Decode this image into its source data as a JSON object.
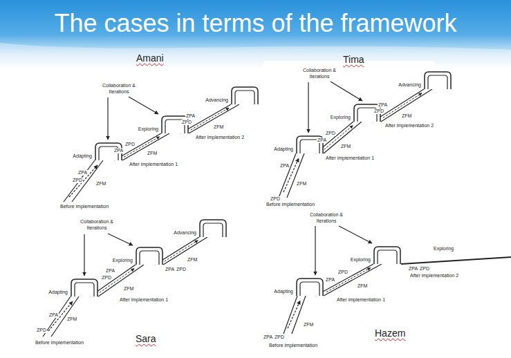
{
  "diagram": {
    "title": "The cases in terms of the framework",
    "nodes": [
      {
        "text": [
          "Adapting"
        ]
      },
      {
        "text": [
          "Exploring"
        ]
      },
      {
        "text": [
          "Advancing"
        ]
      },
      {
        "text": [
          "Adapting"
        ]
      },
      {
        "text": [
          "Exploring"
        ]
      },
      {
        "text": [
          "Advancing"
        ]
      },
      {
        "text": [
          "Adapting"
        ]
      },
      {
        "text": [
          "Exploring"
        ]
      },
      {
        "text": [
          "Advancing"
        ]
      },
      {
        "text": [
          "Adapting"
        ]
      },
      {
        "text": [
          "Exploring"
        ]
      }
    ],
    "edges": [
      {
        "from": 0,
        "to": 1,
        "arrow": "to"
      },
      {
        "from": 1,
        "to": 2,
        "arrow": "to"
      },
      {
        "from": 3,
        "to": 4,
        "arrow": "to"
      },
      {
        "from": 4,
        "to": 5,
        "arrow": "to"
      },
      {
        "from": 6,
        "to": 7,
        "arrow": "to"
      },
      {
        "from": 7,
        "to": 8,
        "arrow": "to"
      },
      {
        "from": 9,
        "to": 10,
        "arrow": "to"
      }
    ],
    "labels": [
      "Amani",
      "Collaboration & Iterations",
      "ZPA",
      "ZPD",
      "ZFM",
      "Before implementation",
      "ZPD",
      "ZPA",
      "ZFM",
      "After implementation 1",
      "ZPA",
      "ZPD",
      "ZFM",
      "After implementation 2",
      "Tima",
      "Collaboration & Iterations",
      "ZPA",
      "ZFM",
      "ZPD",
      "Before implementation",
      "ZPD",
      "ZPA",
      "ZFM",
      "After implementation 1",
      "ZPA",
      "ZPD",
      "ZFM",
      "After implementation 2",
      "Sara",
      "Collaboration & Iterations",
      "ZPA",
      "ZFM",
      "ZPD",
      "Before implementation",
      "ZPA",
      "ZPD",
      "ZFM",
      "After implementation 1",
      "ZPA",
      "ZPD",
      "ZFM",
      "Collaboration & Iterations",
      "ZFM",
      "ZPA",
      "ZPD",
      "Before implementation",
      "ZPD",
      "ZPA",
      "ZFM",
      "After implementation 1",
      "Exploring",
      "ZPA",
      "ZPD",
      "After implementation 2",
      "Hazem"
    ]
  }
}
